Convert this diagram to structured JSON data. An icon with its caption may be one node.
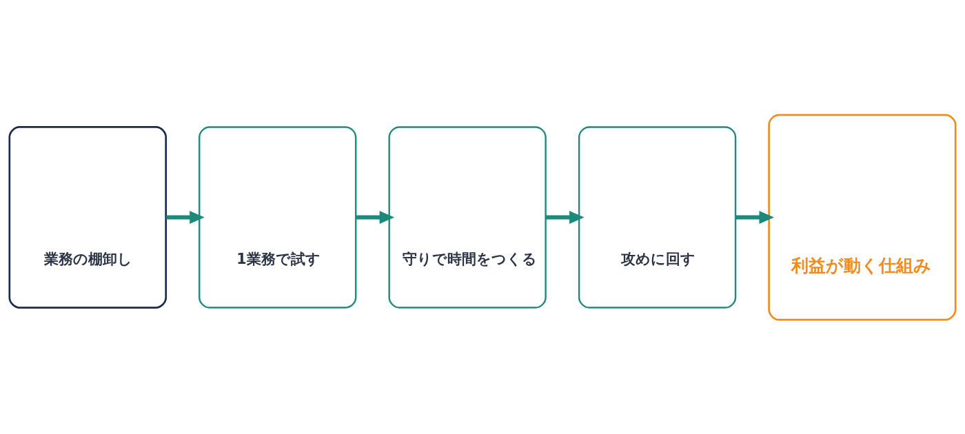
{
  "diagram": {
    "nodes": [
      {
        "text": [
          "業務の棚卸し"
        ]
      },
      {
        "text": [
          "1業務で試す"
        ]
      },
      {
        "text": [
          "守りで時間をつくる"
        ]
      },
      {
        "text": [
          "攻めに回す"
        ]
      },
      {
        "text": [
          "利益が動く仕組み"
        ]
      }
    ],
    "edges": [
      {
        "from": 0,
        "to": 1,
        "arrow": "to"
      },
      {
        "from": 1,
        "to": 2,
        "arrow": "to"
      },
      {
        "from": 2,
        "to": 3,
        "arrow": "to"
      },
      {
        "from": 3,
        "to": 4,
        "arrow": "to"
      }
    ]
  }
}
